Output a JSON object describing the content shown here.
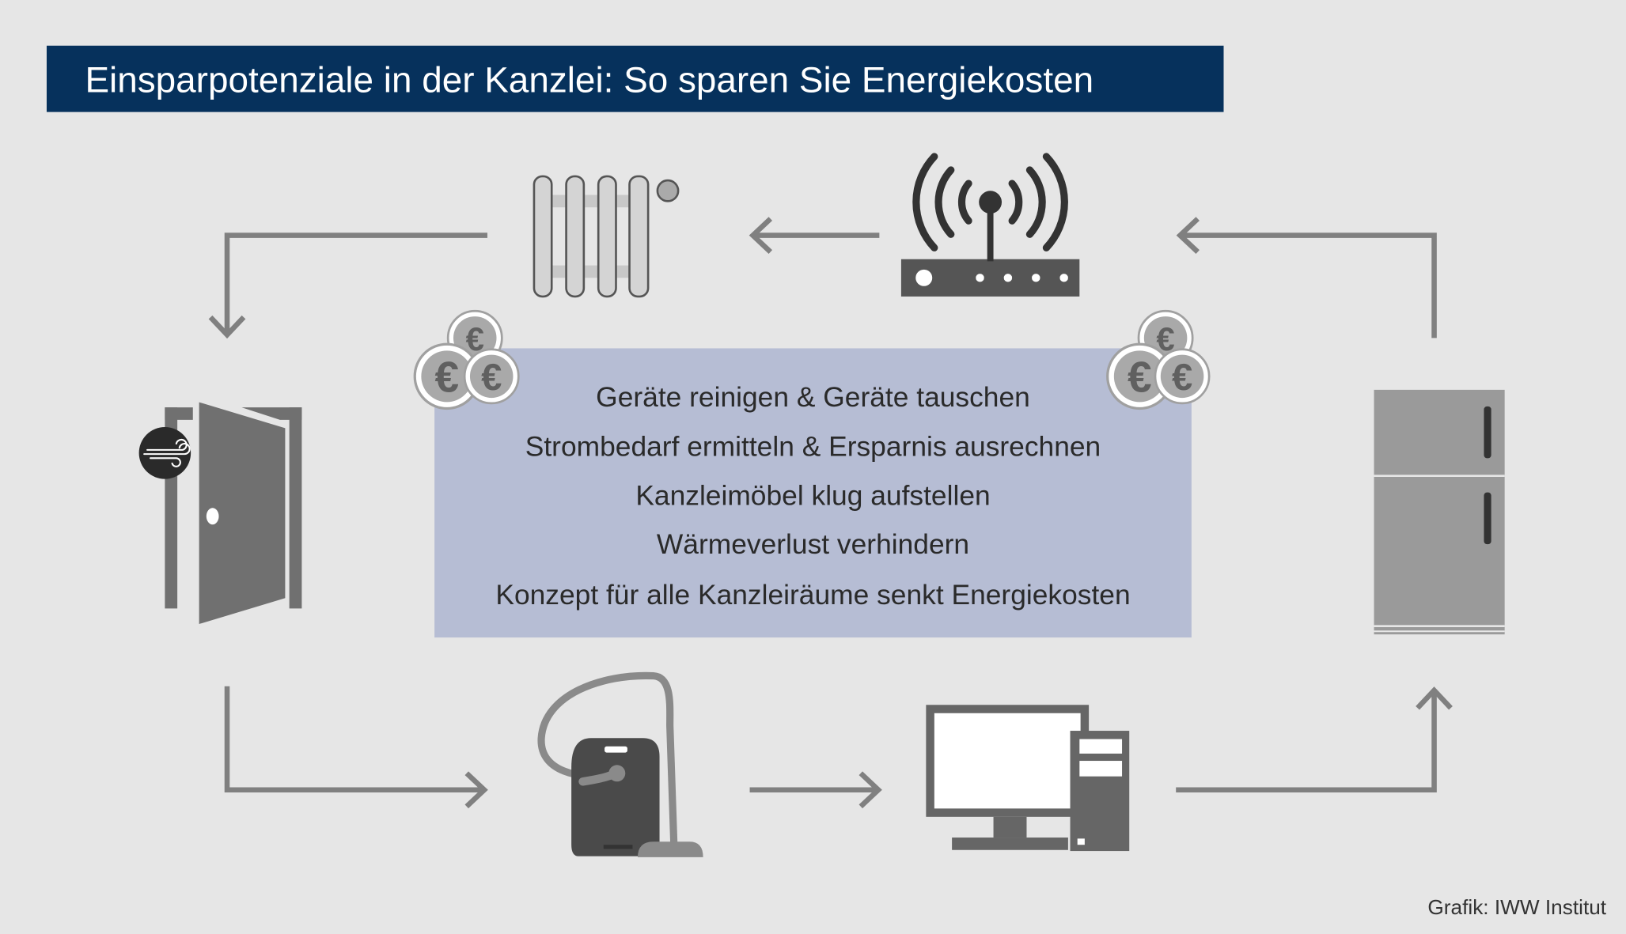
{
  "title": "Einsparpotenziale in der Kanzlei: So sparen Sie Energiekosten",
  "center_box": {
    "lines": [
      "Geräte reinigen & Geräte tauschen",
      "Strombedarf ermitteln & Ersparnis ausrechnen",
      "Kanzleimöbel klug aufstellen",
      "Wärmeverlust verhindern",
      "Konzept für alle Kanzleiräume senkt Energiekosten"
    ]
  },
  "coin_symbol": "€",
  "credit": "Grafik: IWW Institut",
  "colors": {
    "background": "#e6e6e6",
    "title_bar": "#06315c",
    "center_box": "#b6bdd4",
    "arrow": "#808080",
    "icon_dark": "#4a4a4a"
  }
}
